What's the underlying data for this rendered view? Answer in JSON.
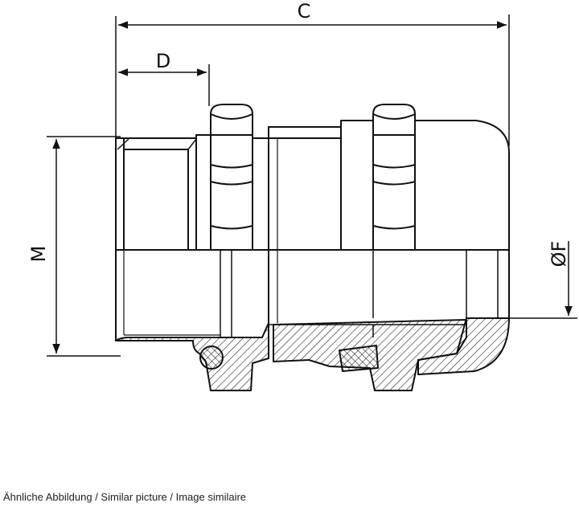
{
  "dimensions": {
    "c": "C",
    "d": "D",
    "m": "M",
    "f": "ØF"
  },
  "caption": "Ähnliche Abbildung / Similar picture / Image similaire",
  "colors": {
    "line": "#111111",
    "background": "#ffffff"
  }
}
